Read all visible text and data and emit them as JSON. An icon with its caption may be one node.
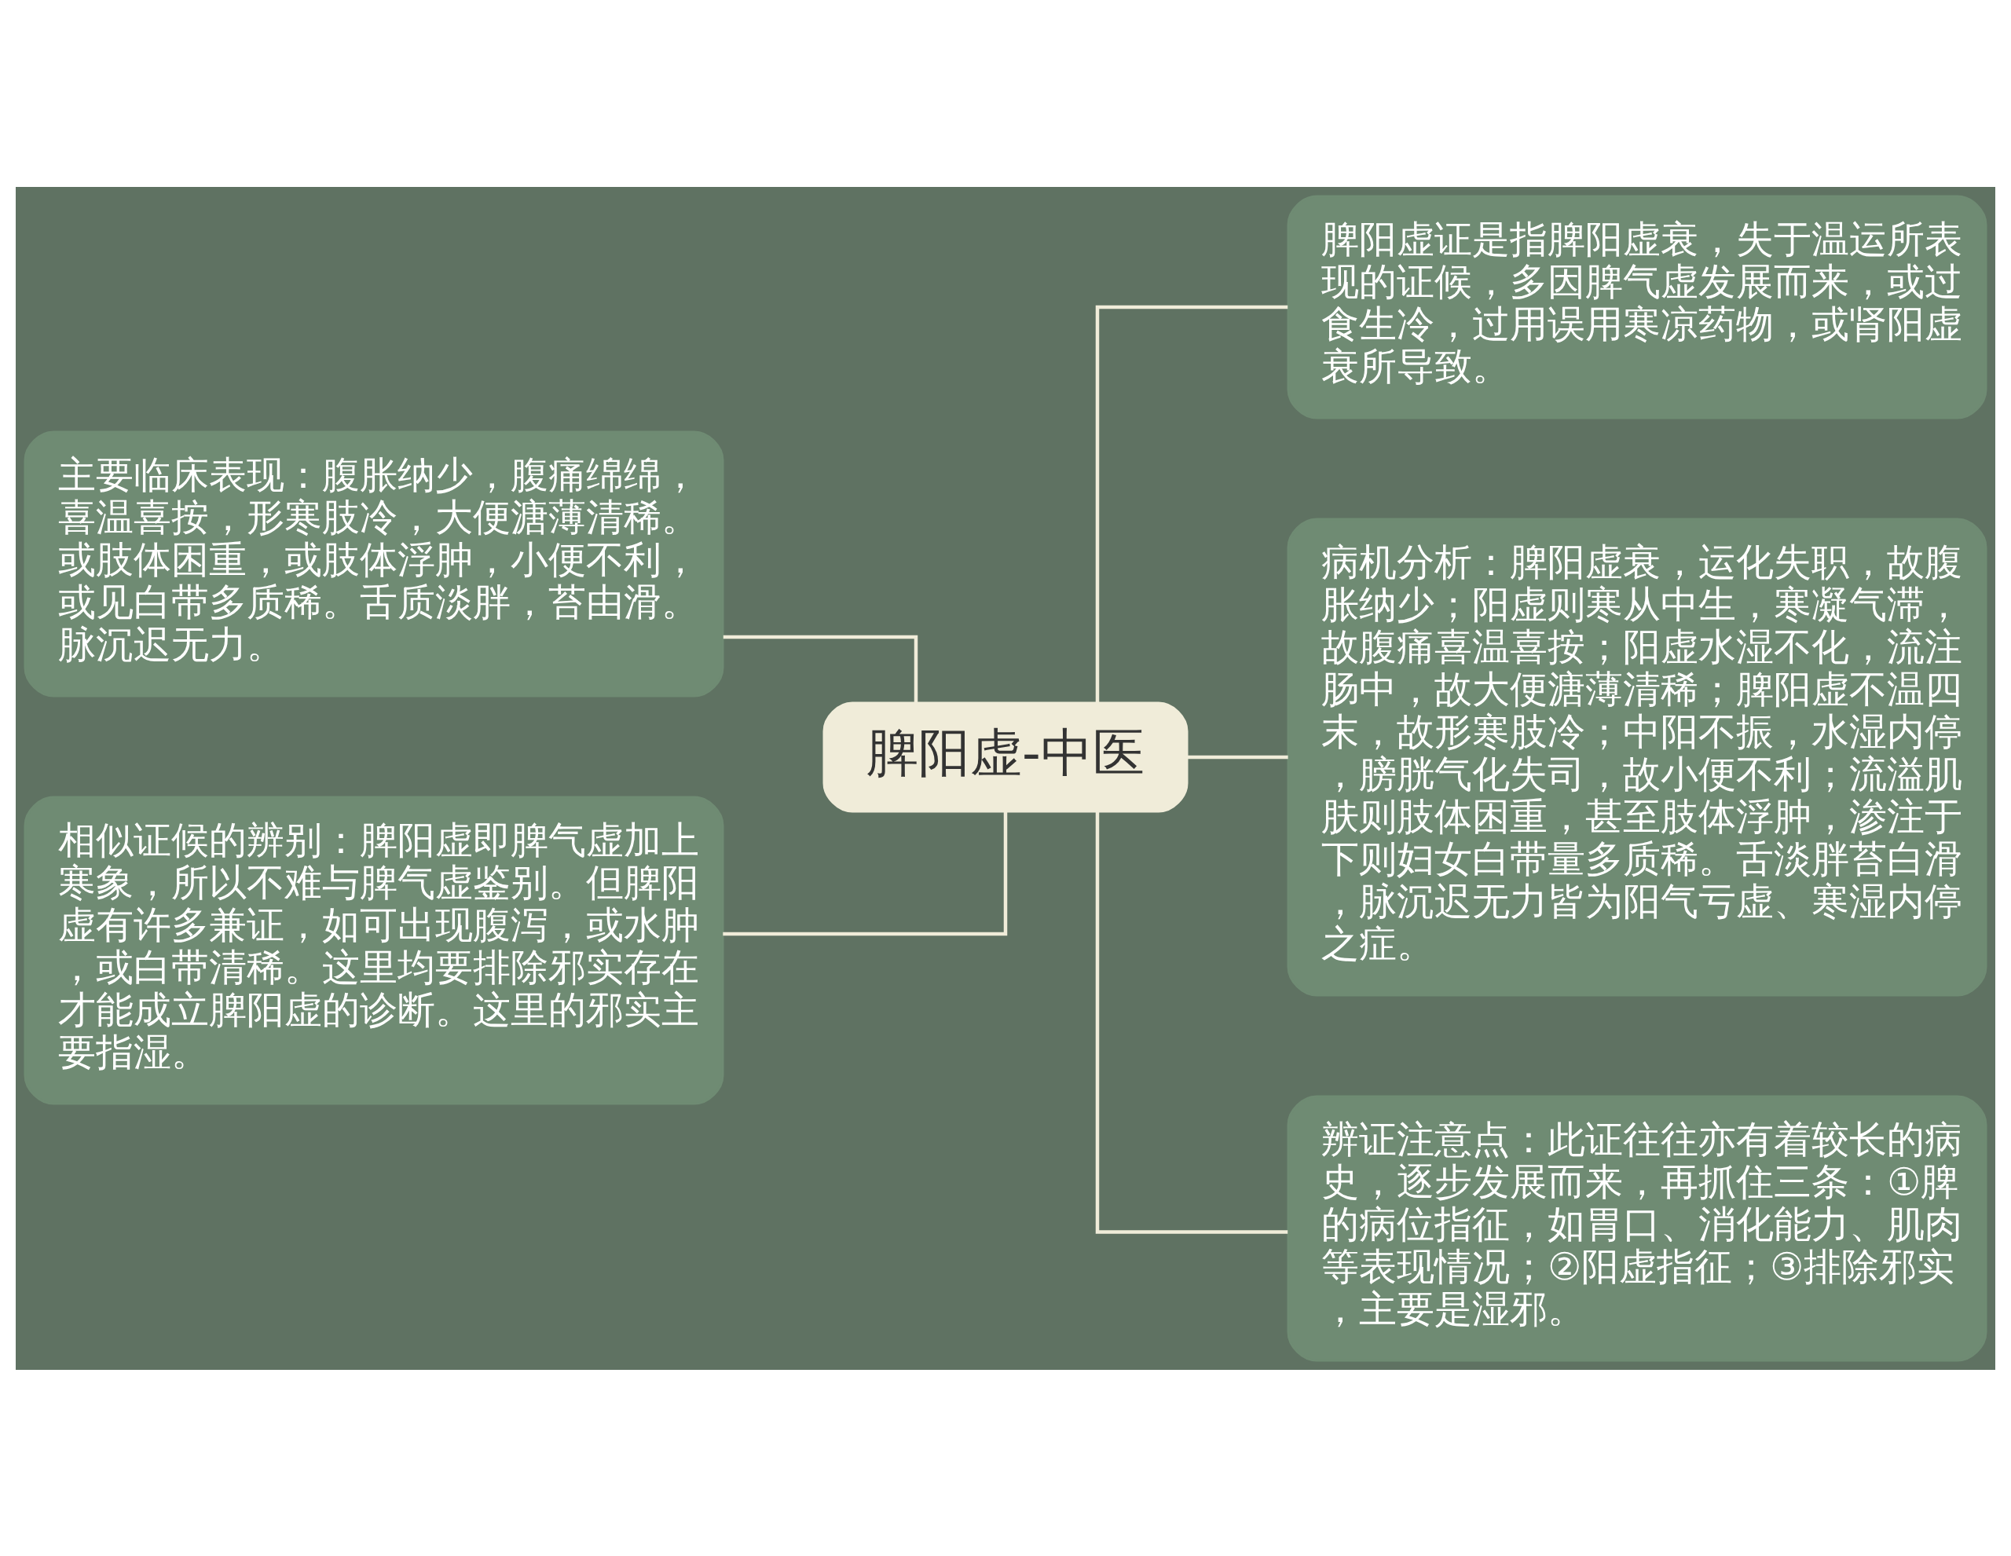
{
  "diagram": {
    "nodes": [
      {
        "text": [
          "脾阳虚-中医"
        ]
      },
      {
        "text": [
          "主要临床表现：腹胀纳少，腹痛绵绵，喜温喜按，形寒肢冷，大便溏薄清稀。或肢体困重，或肢体浮肿，小便不利，或见白带多质稀。舌质淡胖，苔由滑。脉沉迟无力。"
        ]
      },
      {
        "text": [
          "相似证候的辨别：脾阳虚即脾气虚加上寒象，所以不难与脾气虚鉴别。但脾阳虚有许多兼证，如可出现腹泻，或水肿，或白带清稀。这里均要排除邪实存在才能成立脾阳虚的诊断。这里的邪实主要指湿。"
        ]
      },
      {
        "text": [
          "脾阳虚证是指脾阳虚衰，失于温运所表现的证候，多因脾气虚发展而来，或过食生冷，过用误用寒凉药物，或肾阳虚衰所导致。"
        ]
      },
      {
        "text": [
          "病机分析：脾阳虚衰，运化失职，故腹胀纳少；阳虚则寒从中生，寒凝气滞，故腹痛喜温喜按；阳虚水湿不化，流注肠中，故大便溏薄清稀；脾阳虚不温四末，故形寒肢冷；中阳不振，水湿内停，膀胱气化失司，故小便不利；流溢肌肤则肢体困重，甚至肢体浮肿，渗注于下则妇女白带量多质稀。舌淡胖苔白滑，脉沉迟无力皆为阳气亏虚、寒湿内停之症。"
        ]
      },
      {
        "text": [
          "辨证注意点：此证往往亦有着较长的病史，逐步发展而来，再抓住三条：①脾的病位指征，如胃口、消化能力、肌肉等表现情况；②阳虚指征；③排除邪实，主要是湿邪。"
        ]
      }
    ],
    "edges": [
      {
        "from": 0,
        "to": 1,
        "arrow": "none"
      },
      {
        "from": 0,
        "to": 2,
        "arrow": "none"
      },
      {
        "from": 0,
        "to": 3,
        "arrow": "none"
      },
      {
        "from": 0,
        "to": 4,
        "arrow": "none"
      },
      {
        "from": 0,
        "to": 5,
        "arrow": "none"
      }
    ]
  }
}
